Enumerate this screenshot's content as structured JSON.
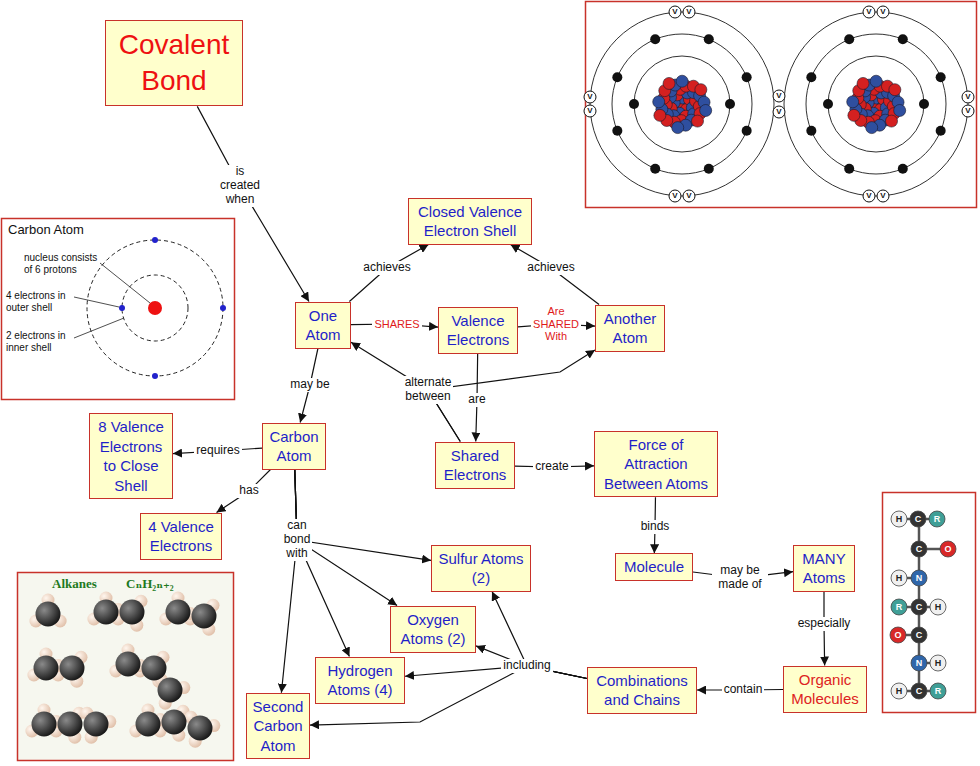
{
  "diagram": {
    "nodes": [
      {
        "text": [
          "Covalent Bond"
        ]
      },
      {
        "text": [
          "Closed Valence Electron Shell"
        ]
      },
      {
        "text": [
          "One Atom"
        ]
      },
      {
        "text": [
          "Valence Electrons"
        ]
      },
      {
        "text": [
          "Another Atom"
        ]
      },
      {
        "text": [
          "8 Valence Electrons to Close Shell"
        ]
      },
      {
        "text": [
          "Carbon Atom"
        ]
      },
      {
        "text": [
          "Shared Electrons"
        ]
      },
      {
        "text": [
          "Force of Attraction Between Atoms"
        ]
      },
      {
        "text": [
          "4 Valence Electrons"
        ]
      },
      {
        "text": [
          "Sulfur Atoms (2)"
        ]
      },
      {
        "text": [
          "Molecule"
        ]
      },
      {
        "text": [
          "MANY Atoms"
        ]
      },
      {
        "text": [
          "Oxygen Atoms (2)"
        ]
      },
      {
        "text": [
          "Hydrogen Atoms (4)"
        ]
      },
      {
        "text": [
          "Combinations and Chains"
        ]
      },
      {
        "text": [
          "Organic Molecules"
        ]
      },
      {
        "text": [
          "Second Carbon Atom"
        ]
      }
    ],
    "edges": [
      {
        "from": 0,
        "to": 2,
        "arrow": "to",
        "label": "is created when"
      },
      {
        "from": 2,
        "to": 1,
        "arrow": "to",
        "label": "achieves"
      },
      {
        "from": 4,
        "to": 1,
        "arrow": "to",
        "label": "achieves"
      },
      {
        "from": 2,
        "to": 3,
        "arrow": "to",
        "label": "SHARES"
      },
      {
        "from": 3,
        "to": 4,
        "arrow": "to",
        "label": "Are SHARED With"
      },
      {
        "from": 3,
        "to": 7,
        "arrow": "to",
        "label": "are"
      },
      {
        "from": 7,
        "to": 2,
        "arrow": "to",
        "label": "alternate between"
      },
      {
        "from": 7,
        "to": 4,
        "arrow": "to"
      },
      {
        "from": 2,
        "to": 6,
        "arrow": "to",
        "label": "may be"
      },
      {
        "from": 6,
        "to": 5,
        "arrow": "to",
        "label": "requires"
      },
      {
        "from": 6,
        "to": 9,
        "arrow": "to",
        "label": "has"
      },
      {
        "from": 6,
        "to": 10,
        "arrow": "to",
        "label": "can bond with"
      },
      {
        "from": 6,
        "to": 13,
        "arrow": "to"
      },
      {
        "from": 6,
        "to": 14,
        "arrow": "to"
      },
      {
        "from": 6,
        "to": 17,
        "arrow": "to"
      },
      {
        "from": 7,
        "to": 8,
        "arrow": "to",
        "label": "create"
      },
      {
        "from": 8,
        "to": 11,
        "arrow": "to",
        "label": "binds"
      },
      {
        "from": 11,
        "to": 12,
        "arrow": "to",
        "label": "may be made of"
      },
      {
        "from": 12,
        "to": 16,
        "arrow": "to",
        "label": "especially"
      },
      {
        "from": 16,
        "to": 15,
        "arrow": "to",
        "label": "contain"
      },
      {
        "from": 15,
        "to": 10,
        "arrow": "to",
        "label": "including"
      },
      {
        "from": 15,
        "to": 13,
        "arrow": "to"
      },
      {
        "from": 15,
        "to": 14,
        "arrow": "to"
      },
      {
        "from": 15,
        "to": 17,
        "arrow": "to"
      }
    ],
    "labels": [
      "Carbon Atom",
      "nucleus consists of 6 protons",
      "4 electrons in outer shell",
      "2 electrons in inner shell",
      "Alkanes",
      "CₙH₂ₙ₊₂",
      "V",
      "V",
      "V",
      "V",
      "V",
      "V",
      "V",
      "V",
      "V",
      "V",
      "V",
      "V",
      "V",
      "V",
      "H",
      "C",
      "R",
      "C",
      "O",
      "H",
      "N",
      "R",
      "C",
      "H",
      "O",
      "C",
      "N",
      "H",
      "H",
      "C",
      "R"
    ]
  }
}
